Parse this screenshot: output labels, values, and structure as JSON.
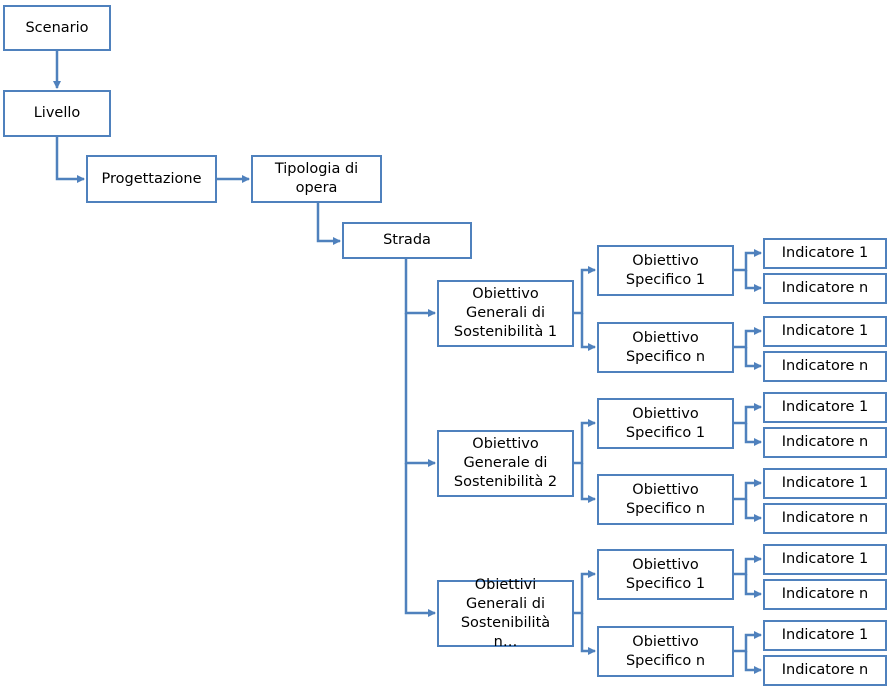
{
  "colors": {
    "box_border": "#4f81bd",
    "connector": "#4f81bd",
    "text": "#000000"
  },
  "nodes": {
    "scenario": "Scenario",
    "livello": "Livello",
    "progettazione": "Progettazione",
    "tipologia": "Tipologia di opera",
    "strada": "Strada",
    "obiettivi_generali": [
      {
        "label": "Obiettivo Generali di Sostenibilità 1",
        "specifici": [
          {
            "label": "Obiettivo Specifico 1",
            "indicatori": [
              "Indicatore 1",
              "Indicatore n"
            ]
          },
          {
            "label": "Obiettivo Specifico n",
            "indicatori": [
              "Indicatore 1",
              "Indicatore n"
            ]
          }
        ]
      },
      {
        "label": "Obiettivo Generale di Sostenibilità 2",
        "specifici": [
          {
            "label": "Obiettivo Specifico 1",
            "indicatori": [
              "Indicatore 1",
              "Indicatore n"
            ]
          },
          {
            "label": "Obiettivo Specifico n",
            "indicatori": [
              "Indicatore 1",
              "Indicatore n"
            ]
          }
        ]
      },
      {
        "label": "Obiettivi Generali di Sostenibilità n…",
        "specifici": [
          {
            "label": "Obiettivo Specifico 1",
            "indicatori": [
              "Indicatore 1",
              "Indicatore n"
            ]
          },
          {
            "label": "Obiettivo Specifico n",
            "indicatori": [
              "Indicatore 1",
              "Indicatore n"
            ]
          }
        ]
      }
    ]
  }
}
